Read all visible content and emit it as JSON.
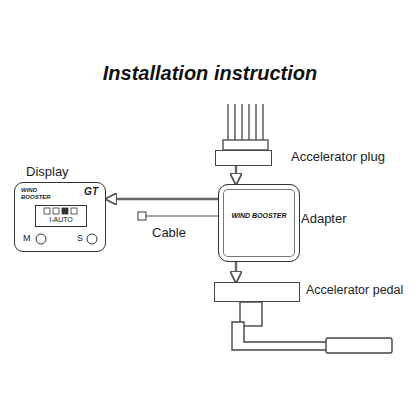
{
  "diagram": {
    "title": "Installation instruction",
    "nodes": [
      {
        "text": [
          "Accelerator plug"
        ]
      },
      {
        "text": [
          "Display",
          "WIND BOOSTER",
          "GT",
          "I-AUTO",
          "M",
          "S"
        ]
      },
      {
        "text": [
          "WIND BOOSTER",
          "Adapter"
        ]
      },
      {
        "text": [
          "Accelerator pedal"
        ]
      }
    ],
    "edges": [
      {
        "from": 0,
        "to": 2,
        "arrow": "to"
      },
      {
        "from": 2,
        "to": 1,
        "label": "Cable",
        "arrow": "to"
      },
      {
        "from": 2,
        "to": 3,
        "arrow": "to"
      }
    ]
  }
}
